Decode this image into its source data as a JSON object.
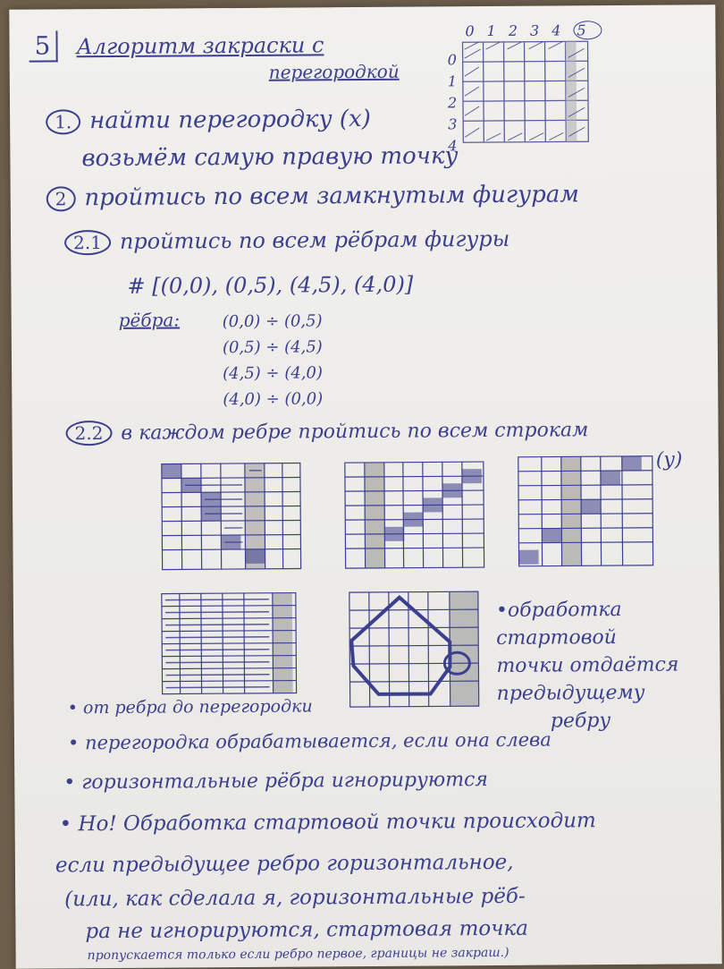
{
  "page_number": "5",
  "title_line1": "Алгоритм закраски с",
  "title_line2": "перегородкой",
  "top_grid": {
    "col_labels": [
      "0",
      "1",
      "2",
      "3",
      "4",
      "5"
    ],
    "row_labels": [
      "0",
      "1",
      "2",
      "3",
      "4"
    ]
  },
  "step1": {
    "number": "1.",
    "text": "найти перегородку (x)",
    "sub": "возьмём самую правую точку"
  },
  "step2": {
    "number": "2",
    "text": "пройтись по всем замкнутым фигурам"
  },
  "step21": {
    "number": "2.1",
    "text": "пройтись по всем рёбрам фигуры",
    "points": "# [(0,0), (0,5), (4,5), (4,0)]",
    "edges_label": "рёбра:",
    "edges": [
      "(0,0) ÷ (0,5)",
      "(0,5) ÷ (4,5)",
      "(4,5) ÷ (4,0)",
      "(4,0) ÷ (0,0)"
    ]
  },
  "step22": {
    "number": "2.2",
    "text": "в каждом ребре пройтись по всем строкам",
    "y_label": "(y)"
  },
  "side_note": [
    "•обработка",
    "стартовой",
    "точки отдаётся",
    "предыдущему",
    "ребру"
  ],
  "bullets": [
    "• от ребра до перегородки",
    "• перегородка обрабатывается, если она слева",
    "• горизонтальные рёбра игнорируются",
    "• Но! Обработка стартовой точки происходит",
    "если предыдущее ребро горизонтальное,",
    "(или, как сделала я, горизонтальные рёб-",
    "ра не игнорируются, стартовая точка",
    "пропускается только если ребро первое, границы не закраш.)"
  ],
  "colors": {
    "ink": "#3c3f8e",
    "paper": "#efeeeb",
    "shade": "#8a8a8a",
    "background": "#6e5f4c"
  }
}
